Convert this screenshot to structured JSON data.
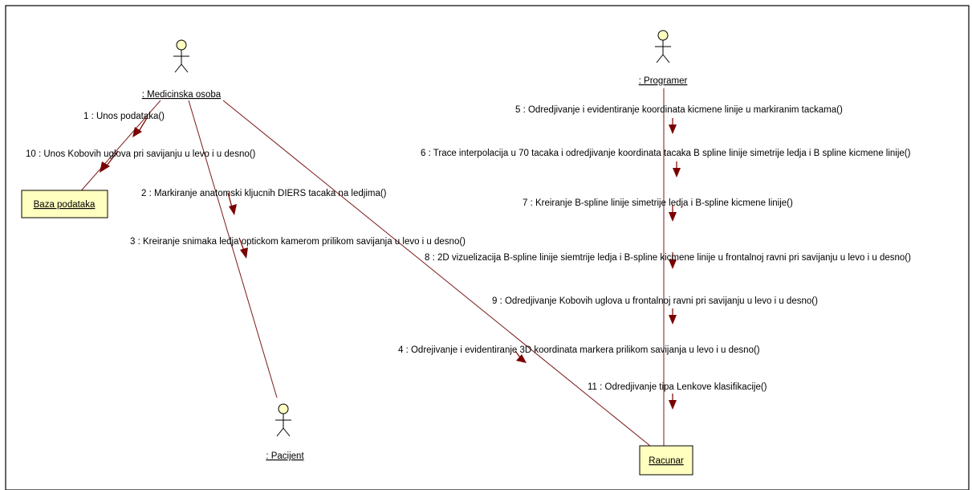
{
  "diagram": {
    "actors": {
      "medicinska": ": Medicinska osoba",
      "programer": ": Programer",
      "pacijent": ": Pacijent"
    },
    "objects": {
      "baza": "Baza podataka",
      "racunar": "Racunar"
    },
    "messages": {
      "m1": "1 : Unos podataka()",
      "m2": "2 : Markiranje anatomski kljucnih DIERS tacaka na ledjima()",
      "m3": "3 : Kreiranje snimaka ledja optickom kamerom prilikom savijanja u levo i u desno()",
      "m4": "4 : Odrejivanje i evidentiranje 3D koordinata markera prilikom savijanja u levo i u desno()",
      "m5": "5 : Odredjivanje i evidentiranje  koordinata kicmene linije u markiranim tackama()",
      "m6": "6 : Trace interpolacija u 70 tacaka i odredjivanje koordinata tacaka B spline linije simetrije ledja i B spline kicmene linije()",
      "m7": "7 : Kreiranje B-spline linije simetrije ledja i B-spline kicmene linije()",
      "m8": "8 : 2D vizuelizacija B-spline linije siemtrije ledja i B-spline kicmene linije u frontalnoj ravni pri savijanju u levo i u desno()",
      "m9": "9 : Odredjivanje Kobovih uglova u frontalnoj ravni pri savijanju u levo i u desno()",
      "m10": "10 : Unos Kobovih uglova pri savijanju u levo i u desno()",
      "m11": "11 : Odredjivanje tipa Lenkove klasifikacije()"
    }
  }
}
